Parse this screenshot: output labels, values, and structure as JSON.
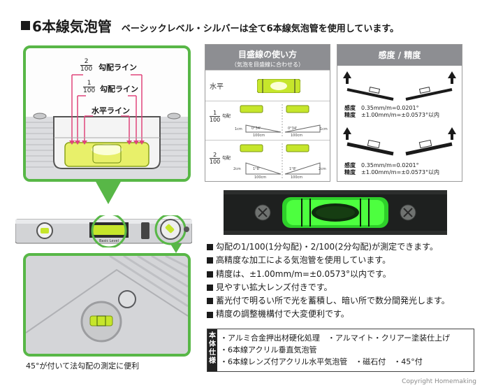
{
  "header": {
    "title": "6本線気泡管",
    "subtitle": "ベーシックレベル・シルバーは全て6本線気泡管を使用しています。"
  },
  "illustration": {
    "label_2_100": "2",
    "label_2_100_den": "100",
    "label_2_100_text": "勾配ライン",
    "label_1_100": "1",
    "label_1_100_den": "100",
    "label_1_100_text": "勾配ライン",
    "label_level": "水平ライン",
    "caption": "45°が付いて法勾配の測定に便利"
  },
  "usage_box": {
    "title": "目盛線の使い方",
    "subtitle": "（気泡を目盛線に合わせる）",
    "row_level": "水平",
    "row_1": {
      "num": "1",
      "den": "100",
      "suffix": "勾配",
      "left_height": "1cm",
      "left_angle": "0°34'",
      "left_base": "100cm",
      "right_angle": "0°34'",
      "right_base": "100cm",
      "right_height": "1cm"
    },
    "row_2": {
      "num": "2",
      "den": "100",
      "suffix": "勾配",
      "left_height": "2cm",
      "left_angle": "1°8'",
      "left_base": "100cm",
      "right_angle": "1°8'",
      "right_base": "100cm",
      "right_height": "2cm"
    }
  },
  "sens_box": {
    "title": "感度 / 精度",
    "block1": {
      "sens_label": "感度",
      "sens_value": "0.35mm/m=0.0201°",
      "prec_label": "精度",
      "prec_value": "±1.00mm/m=±0.0573°以内"
    },
    "block2": {
      "sens_label": "感度",
      "sens_value": "0.35mm/m=0.0201°",
      "prec_label": "精度",
      "prec_value": "±1.00mm/m=±0.0573°以内"
    }
  },
  "tool": {
    "brand": "Basic Level"
  },
  "features": [
    "勾配の1/100(1分勾配)・2/100(2分勾配)が測定できます。",
    "高精度な加工による気泡管を使用しています。",
    "精度は、±1.00mm/m=±0.0573°以内です。",
    "見やすい拡大レンズ付きです。",
    "蓄光付で明るい所で光を蓄積し、暗い所で数分間発光します。",
    "精度の調整機構付で大変便利です。"
  ],
  "spec": {
    "tag": [
      "本",
      "体",
      "仕",
      "様"
    ],
    "lines": [
      "・アルミ合金押出材硬化処理　・アルマイト・クリアー塗装仕上げ",
      "・6本線アクリル垂直気泡管",
      "・6本線レンズ付アクリル水平気泡管　・磁石付　・45°付"
    ]
  },
  "copyright": "Copyright  Homemaking",
  "colors": {
    "accent_green": "#58b747",
    "bubble": "#c6e62b",
    "line_pink": "#e0457b",
    "glow_green": "#4dff3f"
  }
}
